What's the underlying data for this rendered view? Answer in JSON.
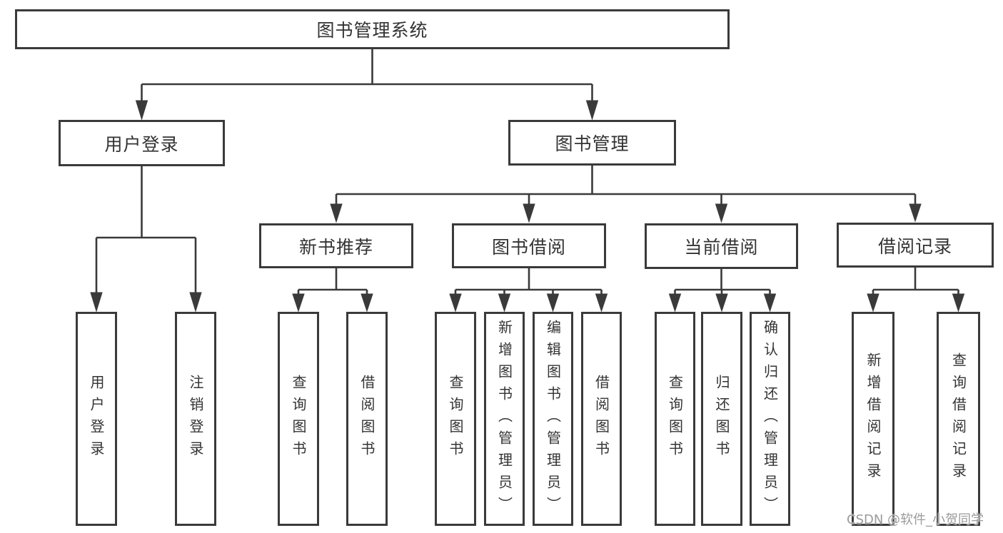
{
  "diagram": {
    "title": "图书管理系统",
    "branches": [
      {
        "label": "用户登录",
        "children": [
          "用户登录",
          "注销登录"
        ]
      },
      {
        "label": "图书管理",
        "sections": [
          {
            "label": "新书推荐",
            "children": [
              "查询图书",
              "借阅图书"
            ]
          },
          {
            "label": "图书借阅",
            "children": [
              "查询图书",
              "新增图书（管理员）",
              "编辑图书（管理员）",
              "借阅图书"
            ]
          },
          {
            "label": "当前借阅",
            "children": [
              "查询图书",
              "归还图书",
              "确认归还（管理员）"
            ]
          },
          {
            "label": "借阅记录",
            "children": [
              "新增借阅记录",
              "查询借阅记录"
            ]
          }
        ]
      }
    ]
  },
  "watermark": {
    "text": "CSDN @软件_小贺同学"
  },
  "colors": {
    "line": "#3a3a3a",
    "box_border": "#3a3a3a",
    "text": "#333333",
    "watermark": "#9b9b9b",
    "background": "#ffffff"
  }
}
